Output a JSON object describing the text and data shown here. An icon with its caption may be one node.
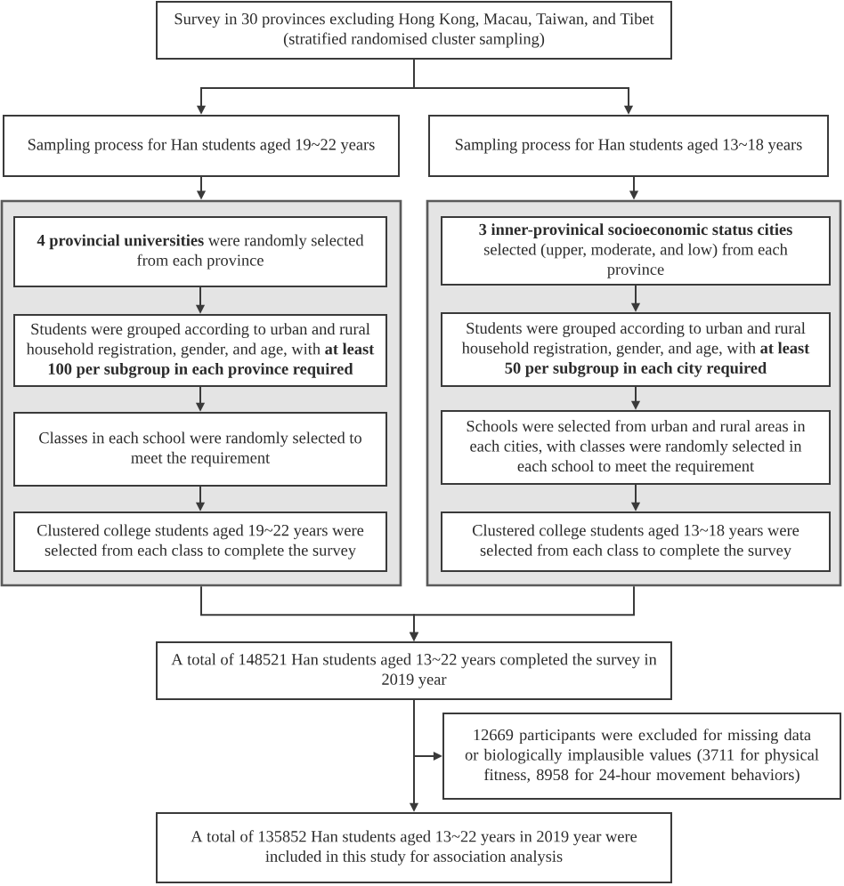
{
  "diagram": {
    "nodes": [
      {
        "text": [
          "Survey in 30 provinces excluding Hong Kong, Macau, Taiwan, and Tibet (stratified randomised cluster sampling)"
        ]
      },
      {
        "text": [
          "Sampling process for Han students aged 19~22 years"
        ]
      },
      {
        "text": [
          "Sampling process for Han students aged 13~18 years"
        ]
      },
      {
        "text": [],
        "shape": "box"
      },
      {
        "text": [
          "**4 provincial universities** were randomly selected from each province"
        ],
        "in": 3
      },
      {
        "text": [
          "Students were grouped according to urban and rural household registration, gender, and age, with **at least 100 per subgroup in each province required**"
        ],
        "in": 3
      },
      {
        "text": [
          "Classes in each school were randomly selected to meet the requirement"
        ],
        "in": 3
      },
      {
        "text": [
          "Clustered college students aged 19~22 years were selected from each class to complete the survey"
        ],
        "in": 3
      },
      {
        "text": [],
        "shape": "box"
      },
      {
        "text": [
          "**3 inner-provinical socioeconomic status cities** selected (upper, moderate, and low) from each province"
        ],
        "in": 8
      },
      {
        "text": [
          "Students were grouped according to urban and rural household registration, gender, and age, with **at least 50 per subgroup in each city required**"
        ],
        "in": 8
      },
      {
        "text": [
          "Schools were selected from urban and rural areas in each cities, with classes were randomly selected in each school to meet the requirement"
        ],
        "in": 8
      },
      {
        "text": [
          "Clustered college students aged 13~18 years were selected from each class to complete the survey"
        ],
        "in": 8
      },
      {
        "text": [
          "A total of 148521 Han students aged 13~22 years completed the survey in 2019 year"
        ]
      },
      {
        "text": [
          "12669 participants were excluded for missing data or biologically implausible values (3711 for physical fitness, 8958 for 24-hour movement behaviors)"
        ]
      },
      {
        "text": [
          "A total of 135852 Han students aged 13~22 years in 2019 year were included in this study for association analysis"
        ]
      }
    ],
    "edges": [
      {
        "from": 0,
        "to": 1,
        "arrow": "to"
      },
      {
        "from": 0,
        "to": 2,
        "arrow": "to"
      },
      {
        "from": 1,
        "to": 3,
        "arrow": "to"
      },
      {
        "from": 2,
        "to": 8,
        "arrow": "to"
      },
      {
        "from": 4,
        "to": 5,
        "arrow": "to"
      },
      {
        "from": 5,
        "to": 6,
        "arrow": "to"
      },
      {
        "from": 6,
        "to": 7,
        "arrow": "to"
      },
      {
        "from": 9,
        "to": 10,
        "arrow": "to"
      },
      {
        "from": 10,
        "to": 11,
        "arrow": "to"
      },
      {
        "from": 11,
        "to": 12,
        "arrow": "to"
      },
      {
        "from": 3,
        "to": 13,
        "arrow": "to"
      },
      {
        "from": 8,
        "to": 13,
        "arrow": "to"
      },
      {
        "from": 13,
        "to": 14,
        "arrow": "to"
      },
      {
        "from": 13,
        "to": 15,
        "arrow": "to"
      }
    ]
  }
}
